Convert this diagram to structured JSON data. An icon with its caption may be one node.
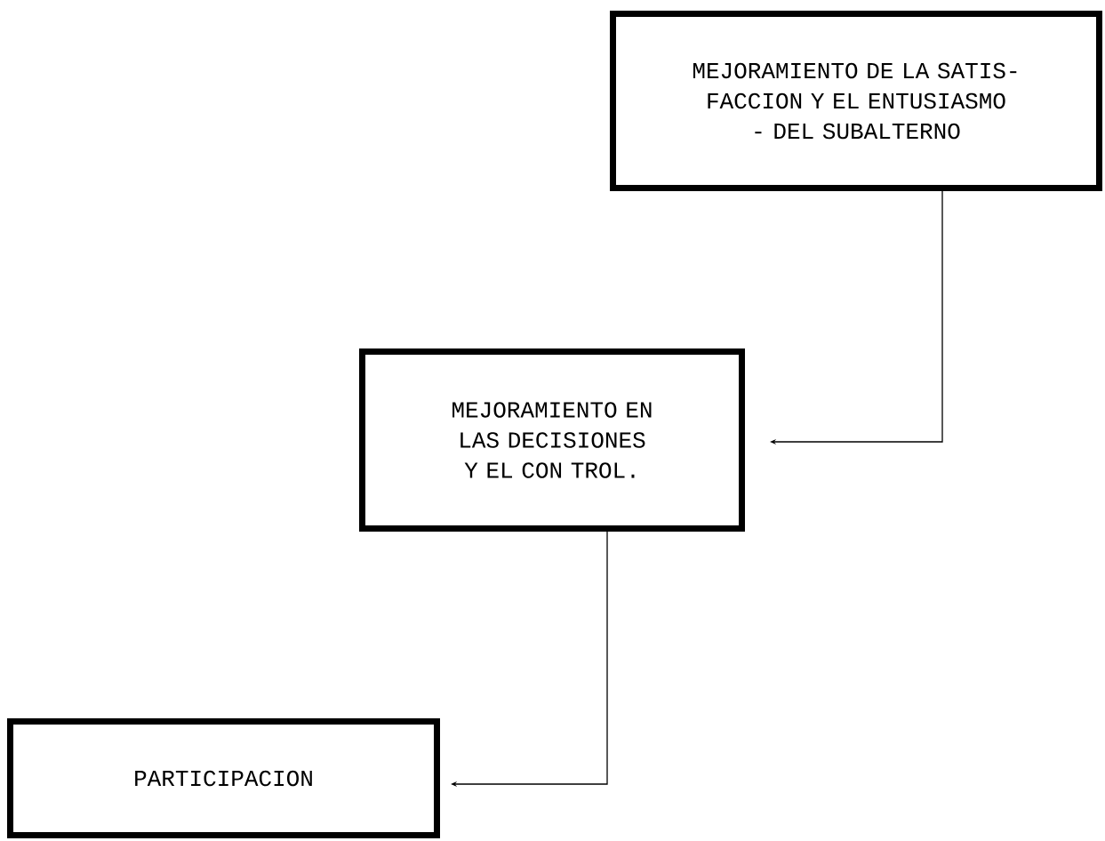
{
  "diagram": {
    "nodes": [
      {
        "text": [
          "MEJORAMIENTO DE LA SATIS- FACCION Y EL ENTUSIASMO - DEL SUBALTERNO"
        ]
      },
      {
        "text": [
          "MEJORAMIENTO EN LAS DECISIONES Y EL CON TROL."
        ]
      },
      {
        "text": [
          "PARTICIPACION"
        ]
      }
    ],
    "edges": [
      {
        "from": 0,
        "to": 1,
        "arrow": "to"
      },
      {
        "from": 1,
        "to": 2,
        "arrow": "to"
      }
    ]
  }
}
